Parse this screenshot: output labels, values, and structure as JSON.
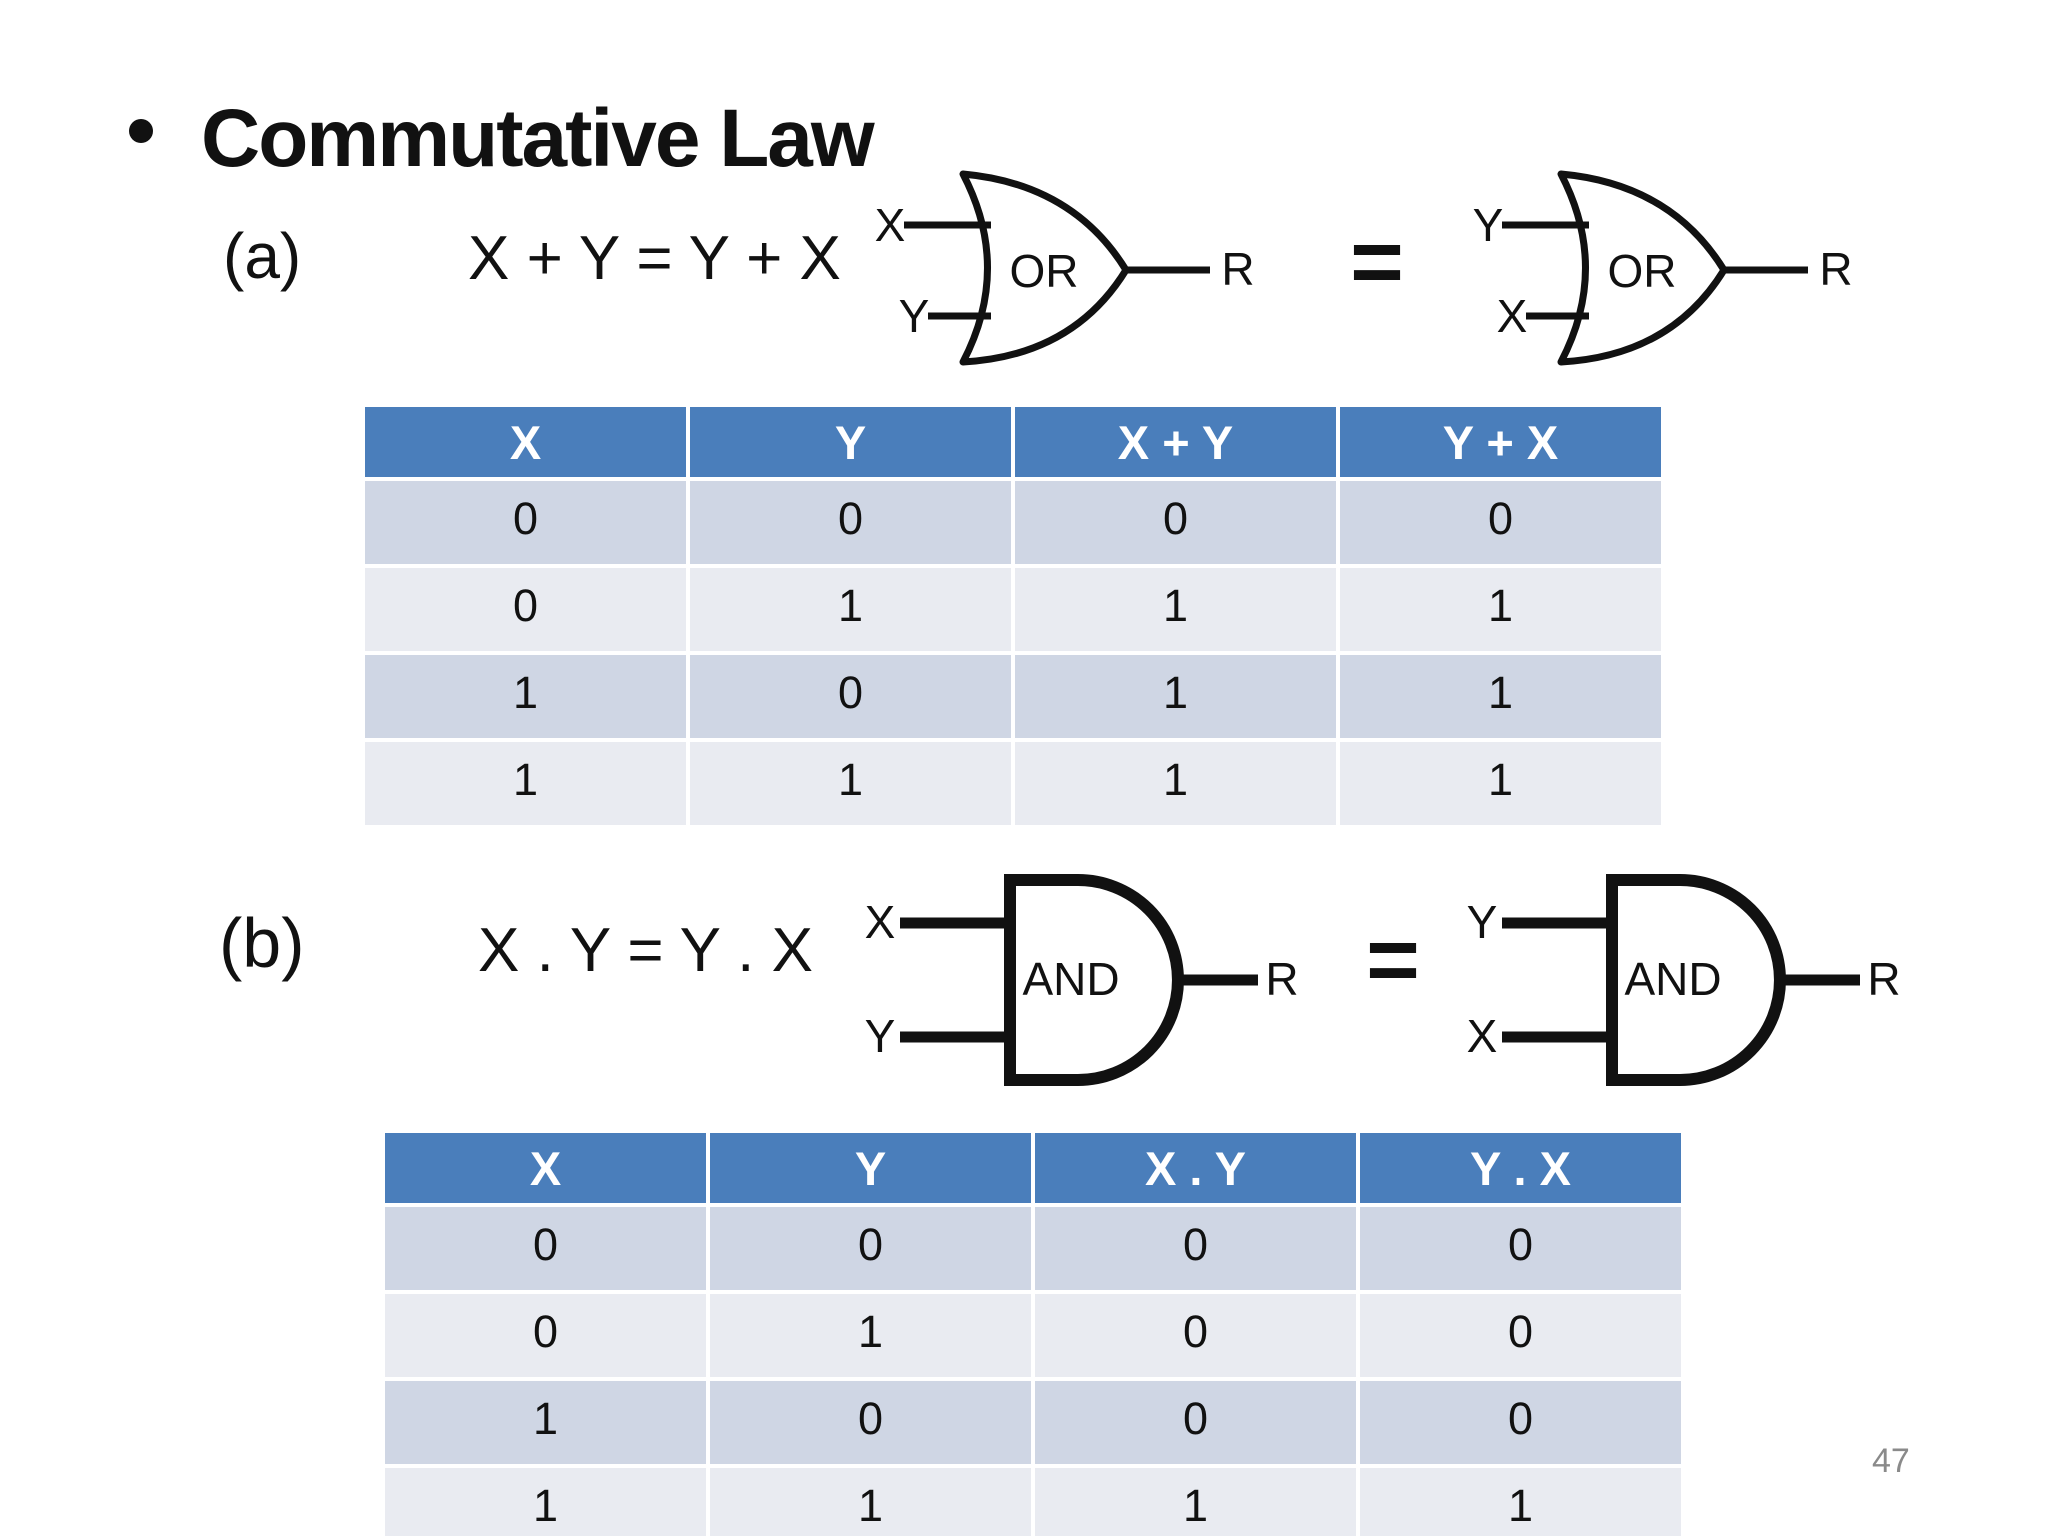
{
  "title": {
    "text": "Commutative Law"
  },
  "page": {
    "number": "47"
  },
  "section_a": {
    "label": "(a)",
    "equation": "X + Y = Y + X",
    "equals": "=",
    "gate_left": {
      "type": "OR",
      "input_top": "X",
      "input_bottom": "Y",
      "output": "R"
    },
    "gate_right": {
      "type": "OR",
      "input_top": "Y",
      "input_bottom": "X",
      "output": "R"
    }
  },
  "section_b": {
    "label": "(b)",
    "equation": "X . Y = Y . X",
    "equals": "=",
    "gate_left": {
      "type": "AND",
      "input_top": "X",
      "input_bottom": "Y",
      "output": "R"
    },
    "gate_right": {
      "type": "AND",
      "input_top": "Y",
      "input_bottom": "X",
      "output": "R"
    }
  },
  "table_a": {
    "headers": [
      "X",
      "Y",
      "X + Y",
      "Y + X"
    ],
    "rows": [
      [
        "0",
        "0",
        "0",
        "0"
      ],
      [
        "0",
        "1",
        "1",
        "1"
      ],
      [
        "1",
        "0",
        "1",
        "1"
      ],
      [
        "1",
        "1",
        "1",
        "1"
      ]
    ]
  },
  "table_b": {
    "headers": [
      "X",
      "Y",
      "X . Y",
      "Y . X"
    ],
    "rows": [
      [
        "0",
        "0",
        "0",
        "0"
      ],
      [
        "0",
        "1",
        "0",
        "0"
      ],
      [
        "1",
        "0",
        "0",
        "0"
      ],
      [
        "1",
        "1",
        "1",
        "1"
      ]
    ]
  },
  "colors": {
    "header_blue": "#4A7EBB",
    "row_dark": "#CFD6E4",
    "row_light": "#E9EBF1",
    "text_black": "#111111",
    "page_number_gray": "#8A8A8A",
    "background": "#FFFFFF"
  }
}
